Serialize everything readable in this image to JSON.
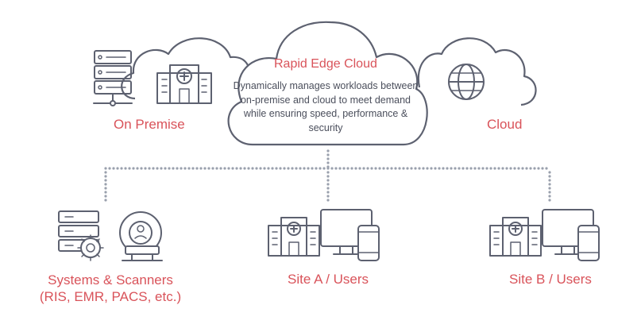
{
  "diagram": {
    "center_cloud": {
      "title": "Rapid Edge Cloud",
      "description": "Dynamically manages workloads between on-premise and cloud to meet demand while ensuring speed, performance & security"
    },
    "left_cloud": {
      "label": "On Premise",
      "icons": [
        "server-rack-icon",
        "hospital-icon"
      ]
    },
    "right_cloud": {
      "label": "Cloud",
      "icons": [
        "globe-icon"
      ]
    },
    "nodes": [
      {
        "label_line1": "Systems & Scanners",
        "label_line2": "(RIS, EMR, PACS, etc.)",
        "icons": [
          "server-gear-icon",
          "mri-scanner-icon"
        ]
      },
      {
        "label": "Site A / Users",
        "icons": [
          "hospital-icon",
          "monitor-icon",
          "mobile-phone-icon"
        ]
      },
      {
        "label": "Site B / Users",
        "icons": [
          "hospital-icon",
          "monitor-icon",
          "mobile-phone-icon"
        ]
      }
    ],
    "colors": {
      "accent": "#d9535a",
      "line": "#5d6170",
      "dots": "#9aa0ad",
      "text": "#4b4f5c"
    }
  }
}
